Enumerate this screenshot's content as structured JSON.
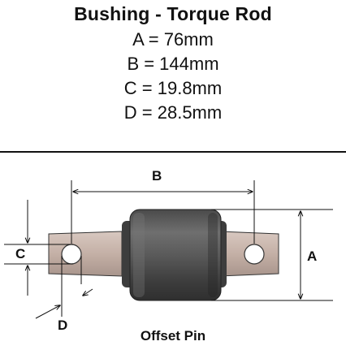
{
  "title": "Bushing - Torque Rod",
  "specs": {
    "a": "A = 76mm",
    "b": "B = 144mm",
    "c": "C = 19.8mm",
    "d": "D = 28.5mm"
  },
  "labels": {
    "a": "A",
    "b": "B",
    "c": "C",
    "d": "D"
  },
  "caption": "Offset Pin",
  "colors": {
    "rubber": "#5a5a5a",
    "pin": "#c9b6ad",
    "line": "#111111"
  }
}
